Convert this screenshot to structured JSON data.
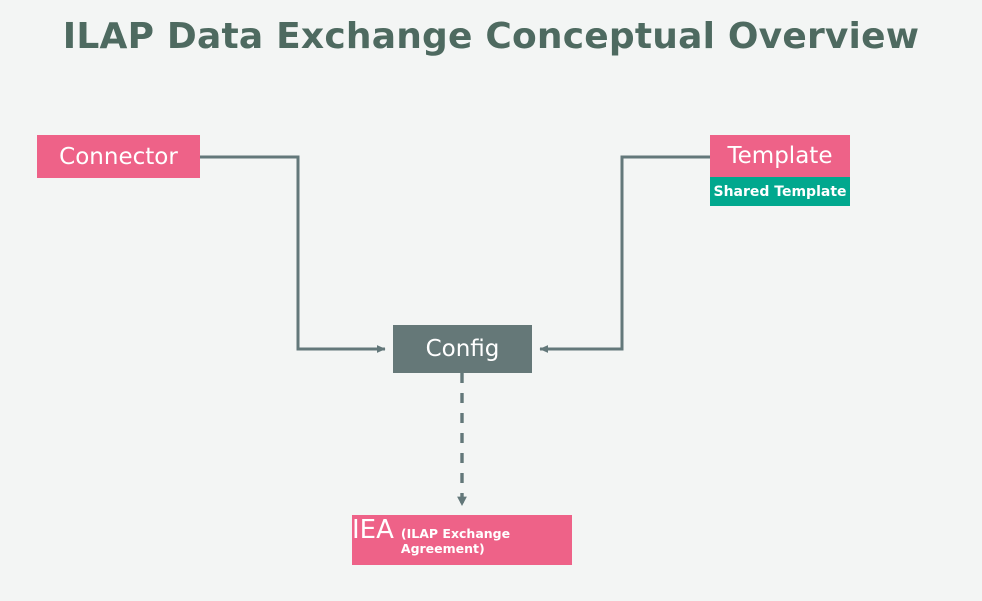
{
  "diagram": {
    "title": "ILAP Data Exchange Conceptual Overview",
    "background_color": "#f3f5f4",
    "title_color": "#4e6a60",
    "edge_color": "#63787a",
    "nodes": {
      "connector": {
        "label": "Connector",
        "fill": "#ee6288",
        "text_color": "#ffffff"
      },
      "template": {
        "label": "Template",
        "sublabel": "Shared Template",
        "fill": "#ee6288",
        "sub_fill": "#01a88e",
        "text_color": "#ffffff"
      },
      "config": {
        "label": "Config",
        "fill": "#657878",
        "text_color": "#ffffff"
      },
      "iea": {
        "abbr": "IEA",
        "expansion": "(ILAP Exchange Agreement)",
        "fill": "#ee6288",
        "text_color": "#ffffff"
      }
    },
    "edges": [
      {
        "name": "connector-to-config",
        "from": "connector",
        "to": "config",
        "style": "solid",
        "arrow": "end"
      },
      {
        "name": "template-to-config",
        "from": "template",
        "to": "config",
        "style": "solid",
        "arrow": "end"
      },
      {
        "name": "config-to-iea",
        "from": "config",
        "to": "iea",
        "style": "dashed",
        "arrow": "end"
      }
    ]
  }
}
